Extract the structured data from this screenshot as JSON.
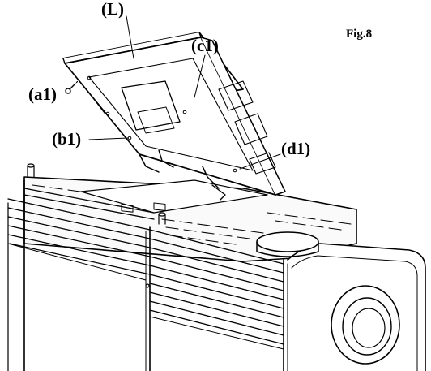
{
  "figure": {
    "figure_number": "Fig.8",
    "callouts": {
      "lid": "(L)",
      "a1": "(a1)",
      "b1": "(b1)",
      "c1": "(c1)",
      "d1": "(d1)"
    }
  }
}
